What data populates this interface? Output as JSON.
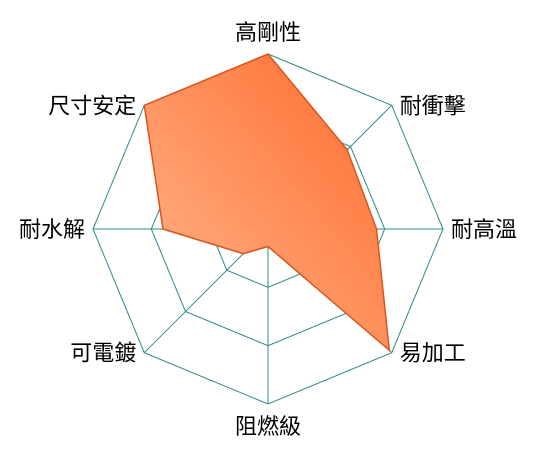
{
  "chart_data": {
    "type": "radar",
    "categories": [
      "高剛性",
      "耐衝擊",
      "耐高溫",
      "易加工",
      "阻燃級",
      "可電鍍",
      "耐水解",
      "尺寸安定"
    ],
    "max": 5,
    "rings": 3,
    "series": [
      {
        "values": [
          5,
          3.2,
          3.1,
          4.9,
          0.5,
          1.0,
          3.0,
          5.0
        ]
      }
    ],
    "colors": {
      "grid": "#2e8b8b",
      "fill_light": "#ffb890",
      "fill_dark": "#ff6a2a",
      "stroke": "#d9541c"
    }
  }
}
